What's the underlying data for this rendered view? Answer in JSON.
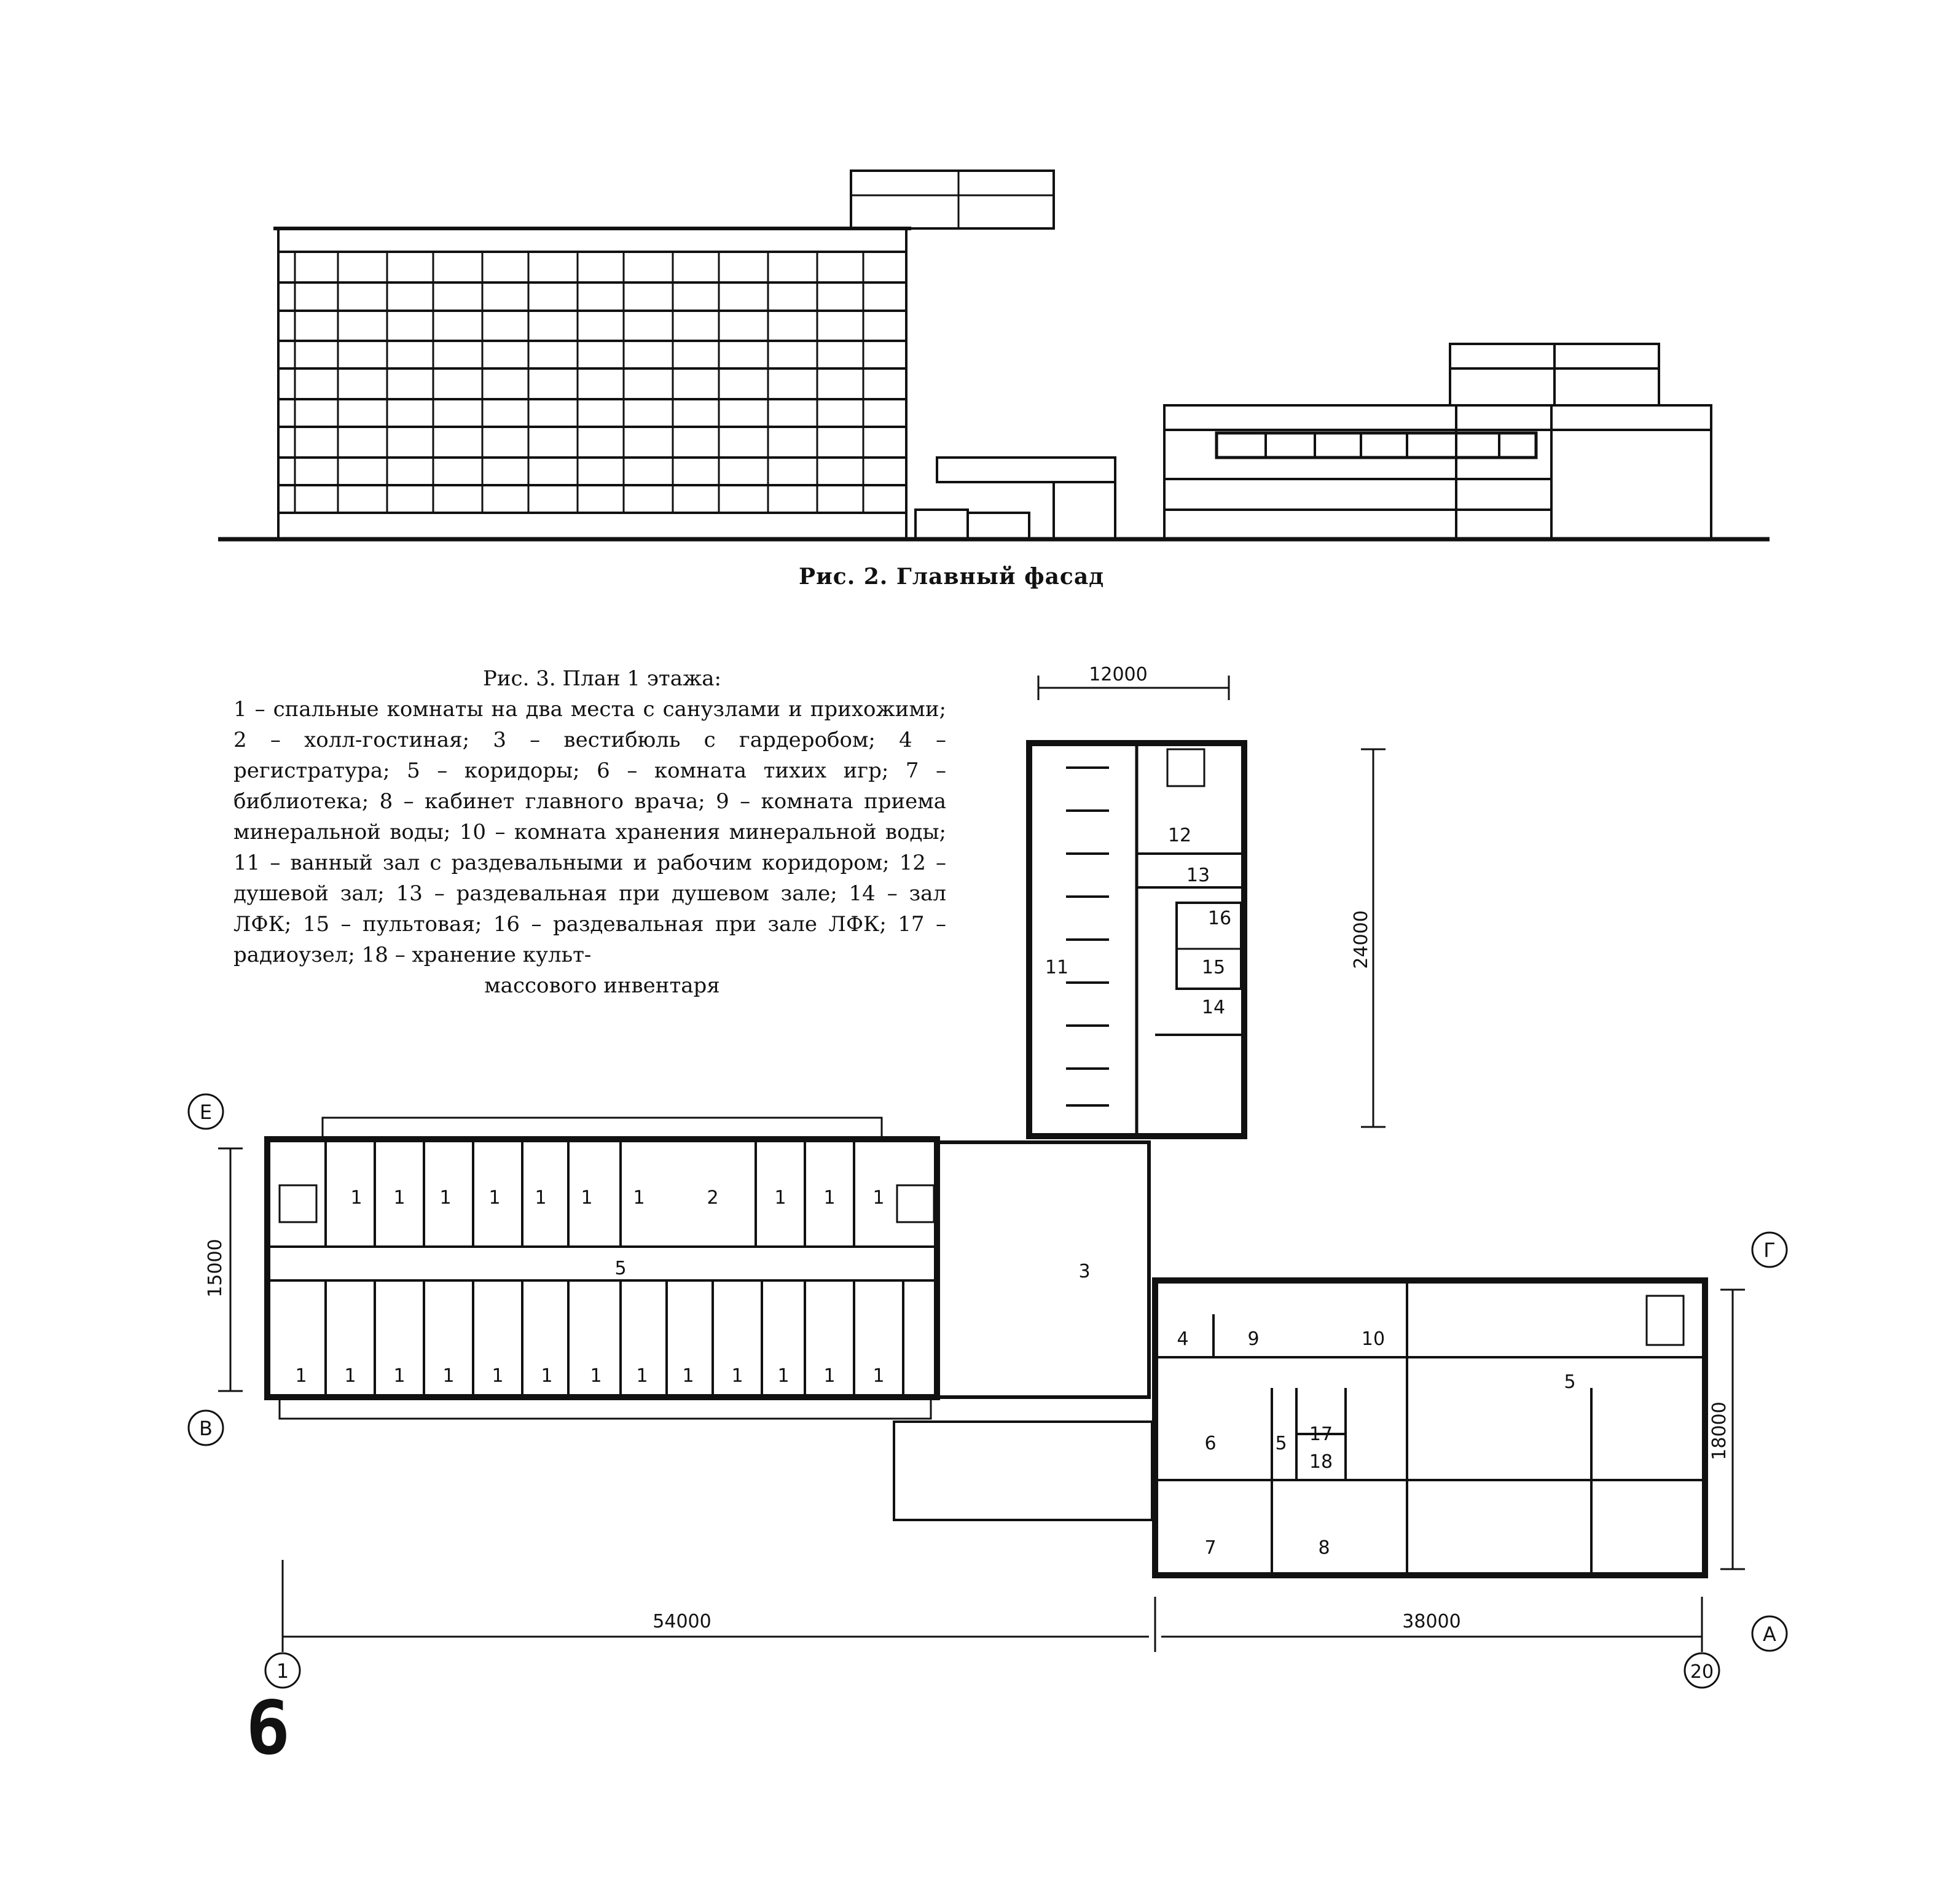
{
  "figure2": {
    "caption": "Рис. 2. Главный фасад"
  },
  "figure3": {
    "caption_title": "Рис. 3. План 1 этажа:",
    "legend_text": "1 – спальные комнаты на два места с санузлами и прихожими; 2 – холл-гостиная; 3 – вестибюль с гардеробом; 4 – регистратура; 5 – коридоры; 6 – комната тихих игр; 7 – библиотека; 8 – кабинет главного врача; 9 – комната приема минеральной воды; 10 – комната хранения минеральной воды; 11 – ванный зал с раздевальными и рабочим коридором; 12 – душевой зал; 13 – раздевальная при душевом зале; 14 – зал ЛФК; 15 – пультовая; 16 – раздевальная при зале ЛФК; 17 – радиоузел; 18 – хранение культ-",
    "legend_tail": "массового инвентаря",
    "dimensions": {
      "top": "12000",
      "tower": "24000",
      "left_wing_depth": "15000",
      "right_block_depth": "18000",
      "bottom_left": "54000",
      "bottom_right": "38000"
    },
    "axes": {
      "e": "Е",
      "v": "В",
      "g": "Г",
      "a": "А",
      "one": "1",
      "twenty": "20"
    },
    "rooms": {
      "r1": "1",
      "r2": "2",
      "r3": "3",
      "r4": "4",
      "r5": "5",
      "r6": "6",
      "r7": "7",
      "r8": "8",
      "r9": "9",
      "r10": "10",
      "r11": "11",
      "r12": "12",
      "r13": "13",
      "r14": "14",
      "r15": "15",
      "r16": "16",
      "r17": "17",
      "r18": "18"
    }
  },
  "page": {
    "number": "6"
  }
}
